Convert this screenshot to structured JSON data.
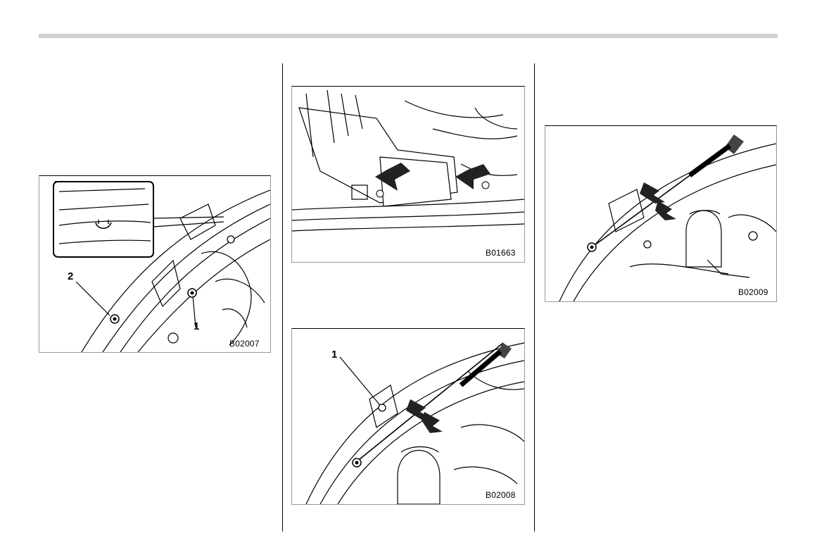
{
  "figures": [
    {
      "code": "B02007",
      "callouts": [
        "1",
        "2"
      ]
    },
    {
      "code": "B01663",
      "callouts": []
    },
    {
      "code": "B02008",
      "callouts": [
        "1"
      ]
    },
    {
      "code": "B02009",
      "callouts": []
    }
  ],
  "colors": {
    "rule": "#d0d0d0",
    "ink": "#000000",
    "frame": "#9a9a9a"
  }
}
